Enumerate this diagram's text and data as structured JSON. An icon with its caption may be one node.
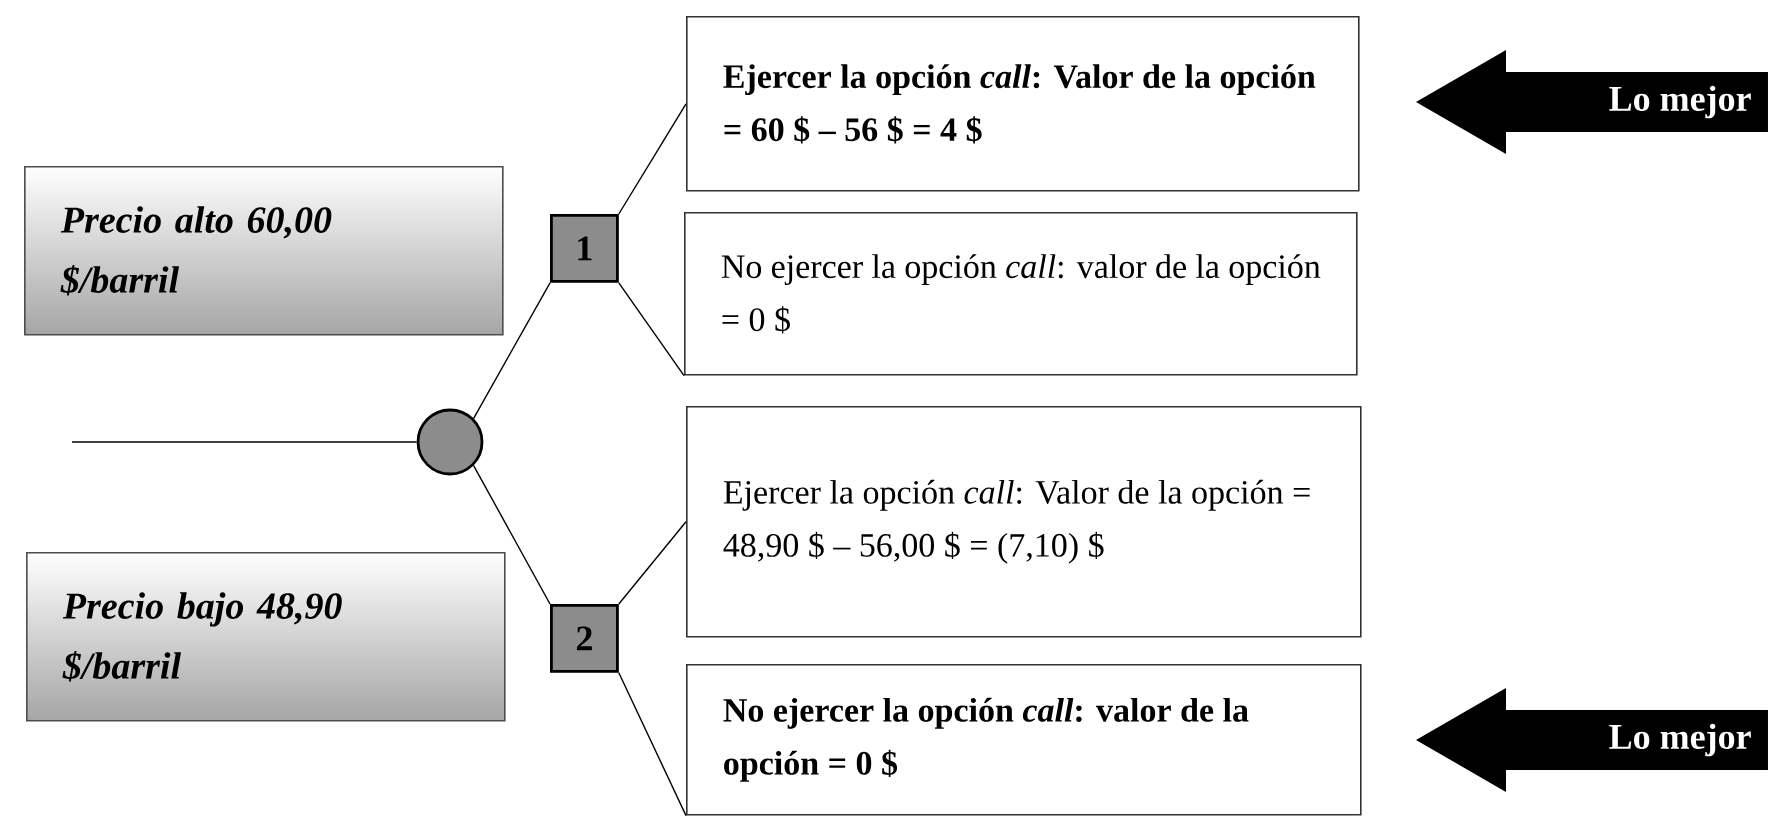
{
  "diagram": {
    "nodes": [
      {
        "text": [
          "Precio alto 60,00 $/barril"
        ]
      },
      {
        "text": [
          "Precio bajo 48,90 $/barril"
        ]
      },
      {
        "text": [],
        "shape": "circle"
      },
      {
        "text": [
          "1"
        ]
      },
      {
        "text": [
          "2"
        ]
      },
      {
        "text": [
          "Ejercer la opción *call*: Valor de la opción = 60 $ – 56 $ = 4 $"
        ]
      },
      {
        "text": [
          "No ejercer la opción *call*: valor de la opción = 0 $"
        ]
      },
      {
        "text": [
          "Ejercer la opción *call*: Valor de la opción = 48,90 $ – 56,00 $ = (7,10) $"
        ]
      },
      {
        "text": [
          "No ejercer la opción *call*: valor de la opción = 0 $"
        ]
      },
      {
        "text": [
          "Lo mejor"
        ]
      },
      {
        "text": [
          "Lo mejor"
        ]
      }
    ],
    "edges": [
      {
        "from": null,
        "to": 2,
        "arrow": "none"
      },
      {
        "from": 2,
        "to": 3,
        "arrow": "none"
      },
      {
        "from": 2,
        "to": 4,
        "arrow": "none"
      },
      {
        "from": 3,
        "to": 5,
        "arrow": "none"
      },
      {
        "from": 3,
        "to": 6,
        "arrow": "none"
      },
      {
        "from": 4,
        "to": 7,
        "arrow": "none"
      },
      {
        "from": 4,
        "to": 8,
        "arrow": "none"
      }
    ]
  }
}
